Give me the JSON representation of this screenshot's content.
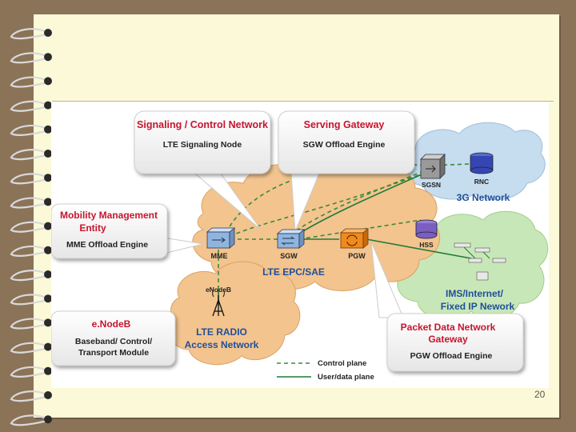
{
  "slide": {
    "number": "20"
  },
  "callouts": {
    "signaling": {
      "title": "Signaling / Control Network",
      "subtitle": "LTE Signaling Node"
    },
    "serving": {
      "title": "Serving Gateway",
      "subtitle": "SGW Offload Engine"
    },
    "mobility": {
      "title_line1": "Mobility Management",
      "title_line2": "Entity",
      "subtitle": "MME Offload Engine"
    },
    "enodeb": {
      "title": "e.NodeB",
      "subtitle_line1": "Baseband/ Control/",
      "subtitle_line2": "Transport Module"
    },
    "pdn": {
      "title_line1": "Packet Data Network",
      "title_line2": "Gateway",
      "subtitle": "PGW Offload Engine"
    }
  },
  "clouds": {
    "epc": "LTE EPC/SAE",
    "g3": "3G Network",
    "radio_line1": "LTE RADIO",
    "radio_line2": "Access Network",
    "ims_line1": "IMS/Internet/",
    "ims_line2": "Fixed IP Nework"
  },
  "nodes": {
    "mme": "MME",
    "sgw": "SGW",
    "pgw": "PGW",
    "sgsn": "SGSN",
    "rnc": "RNC",
    "hss": "HSS",
    "enodeb": "eNodeB"
  },
  "legend": {
    "control": "Control plane",
    "user": "User/data plane"
  },
  "colors": {
    "callout_title": "#c8142e",
    "cloud_orange": "#f3c48e",
    "cloud_green": "#c8e7b8",
    "cloud_blue": "#c6dcef",
    "control_line": "#3a8a3a",
    "user_line": "#1f7a3a",
    "network_label": "#1f4f9a"
  }
}
